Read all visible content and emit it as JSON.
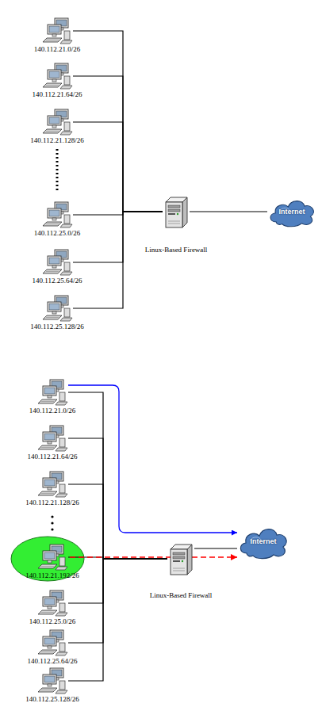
{
  "diagram": {
    "nodes": [
      {
        "text": [
          "140.112.21.0/26"
        ]
      },
      {
        "text": [
          "140.112.21.64/26"
        ]
      },
      {
        "text": [
          "140.112.21.128/26"
        ]
      },
      {
        "text": [
          "140.112.25.0/26"
        ]
      },
      {
        "text": [
          "140.112.25.64/26"
        ]
      },
      {
        "text": [
          "140.112.25.128/26"
        ]
      },
      {
        "text": [
          "Linux-Based Firewall"
        ]
      },
      {
        "text": [
          "Internet"
        ]
      },
      {
        "text": [
          "140.112.21.0/26"
        ]
      },
      {
        "text": [
          "140.112.21.64/26"
        ]
      },
      {
        "text": [
          "140.112.21.128/26"
        ]
      },
      {
        "text": [
          "140.112.21.192/26"
        ]
      },
      {
        "text": [
          "140.112.25.0/26"
        ]
      },
      {
        "text": [
          "140.112.25.64/26"
        ]
      },
      {
        "text": [
          "140.112.25.128/26"
        ]
      },
      {
        "text": [
          "Linux-Based Firewall"
        ]
      },
      {
        "text": [
          "Internet"
        ]
      }
    ],
    "edges": [
      {
        "from": 0,
        "to": 6,
        "arrow": "none"
      },
      {
        "from": 1,
        "to": 6,
        "arrow": "none"
      },
      {
        "from": 2,
        "to": 6,
        "arrow": "none"
      },
      {
        "from": 3,
        "to": 6,
        "arrow": "none"
      },
      {
        "from": 4,
        "to": 6,
        "arrow": "none"
      },
      {
        "from": 5,
        "to": 6,
        "arrow": "none"
      },
      {
        "from": 6,
        "to": 7,
        "arrow": "none"
      },
      {
        "from": 8,
        "to": 15,
        "arrow": "none"
      },
      {
        "from": 9,
        "to": 15,
        "arrow": "none"
      },
      {
        "from": 10,
        "to": 15,
        "arrow": "none"
      },
      {
        "from": 11,
        "to": 15,
        "arrow": "none"
      },
      {
        "from": 12,
        "to": 15,
        "arrow": "none"
      },
      {
        "from": 13,
        "to": 15,
        "arrow": "none"
      },
      {
        "from": 14,
        "to": 15,
        "arrow": "none"
      },
      {
        "from": 15,
        "to": 16,
        "arrow": "none"
      },
      {
        "from": 8,
        "to": 16,
        "arrow": "to"
      },
      {
        "from": 11,
        "to": 16,
        "arrow": "to"
      }
    ]
  }
}
